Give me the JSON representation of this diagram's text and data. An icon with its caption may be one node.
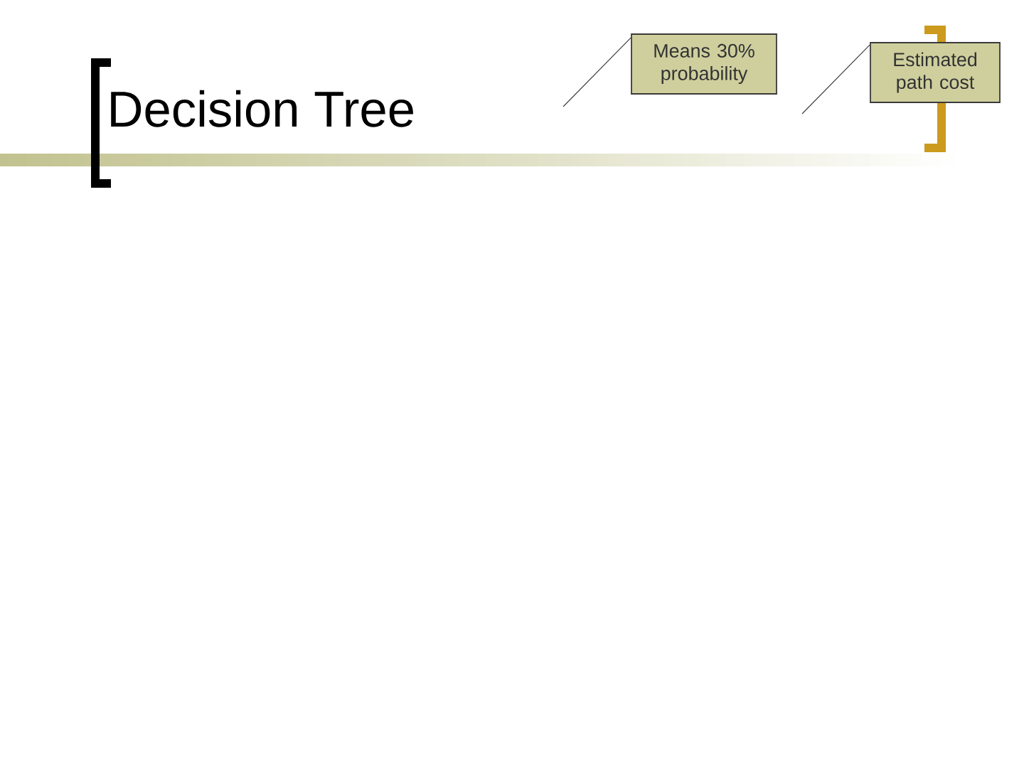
{
  "diagram": {
    "title": "Decision Tree",
    "nodes": [
      {
        "text": [
          "Means 30% probability"
        ]
      },
      {
        "text": [
          "Estimated path cost"
        ]
      }
    ],
    "edges": [
      {
        "from": 0,
        "to": null,
        "arrow": "none"
      },
      {
        "from": 1,
        "to": null,
        "arrow": "none"
      }
    ]
  }
}
